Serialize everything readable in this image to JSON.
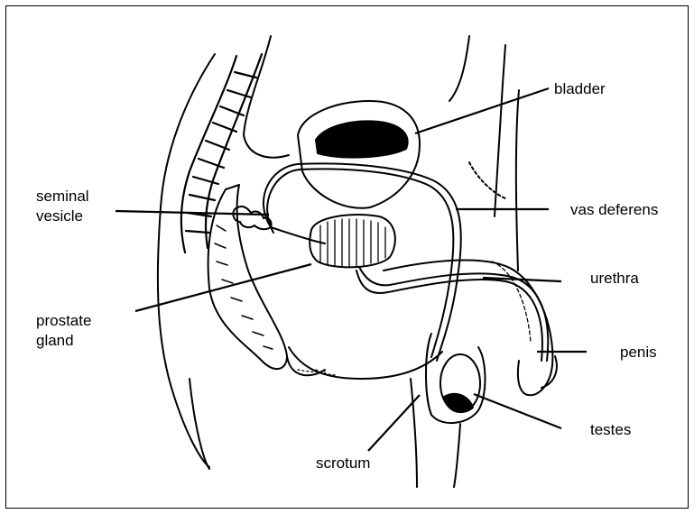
{
  "labels": {
    "bladder": "bladder",
    "seminal_vesicle": [
      "seminal",
      "vesicle"
    ],
    "vas_deferens": "vas deferens",
    "urethra": "urethra",
    "prostate_gland": [
      "prostate",
      "gland"
    ],
    "penis": "penis",
    "testes": "testes",
    "scrotum": "scrotum"
  },
  "colors": {
    "ink": "#000000",
    "background": "#ffffff"
  }
}
